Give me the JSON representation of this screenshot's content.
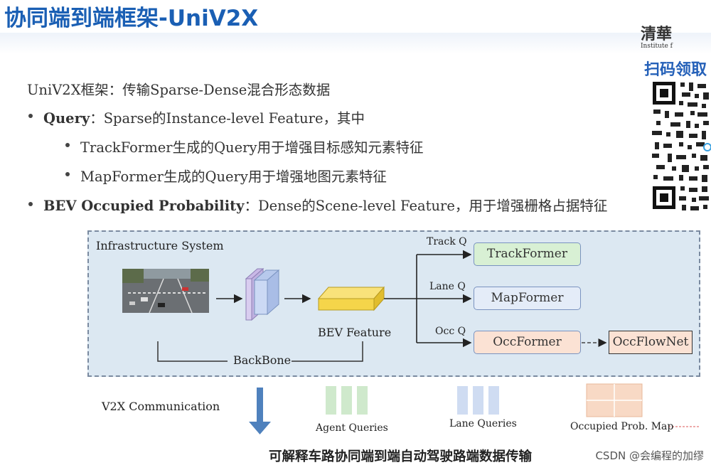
{
  "slide": {
    "title": "协同端到端框架-UniV2X"
  },
  "logo": {
    "glyphs": "清華",
    "institute_text": "Institute f"
  },
  "qr": {
    "caption": "扫码领取"
  },
  "bullets": {
    "lead": "UniV2X框架：传输Sparse-Dense混合形态数据",
    "query_bold": "Query",
    "query_rest": "：Sparse的Instance-level Feature，其中",
    "sub1": "TrackFormer生成的Query用于增强目标感知元素特征",
    "sub2": "MapFormer生成的Query用于增强地图元素特征",
    "bev_bold": "BEV Occupied Probability",
    "bev_rest": "：Dense的Scene-level Feature，用于增强栅格占据特征"
  },
  "diagram": {
    "system_label": "Infrastructure System",
    "backbone_label": "BackBone",
    "bev_feature_label": "BEV Feature",
    "track_q": "Track Q",
    "lane_q": "Lane Q",
    "occ_q": "Occ Q",
    "trackformer": "TrackFormer",
    "mapformer": "MapFormer",
    "occformer": "OccFormer",
    "occflownet": "OccFlowNet",
    "v2x_label": "V2X Communication",
    "agent_queries": "Agent Queries",
    "lane_queries": "Lane Queries",
    "occupied_map": "Occupied Prob. Map",
    "colors": {
      "trackformer": "#d8f0d4",
      "mapformer": "#e4ecf8",
      "occformer": "#fbe2d4",
      "occflownet": "#fbe2d4",
      "bev_feature": "#f5d54a",
      "agent_queries": "#cfe9cc",
      "lane_queries": "#cfdcf2",
      "occupied_map": "#f8d9c5"
    }
  },
  "caption": "可解释车路协同端到端自动驾驶路端数据传输",
  "watermark": "CSDN @会编程的加缪"
}
